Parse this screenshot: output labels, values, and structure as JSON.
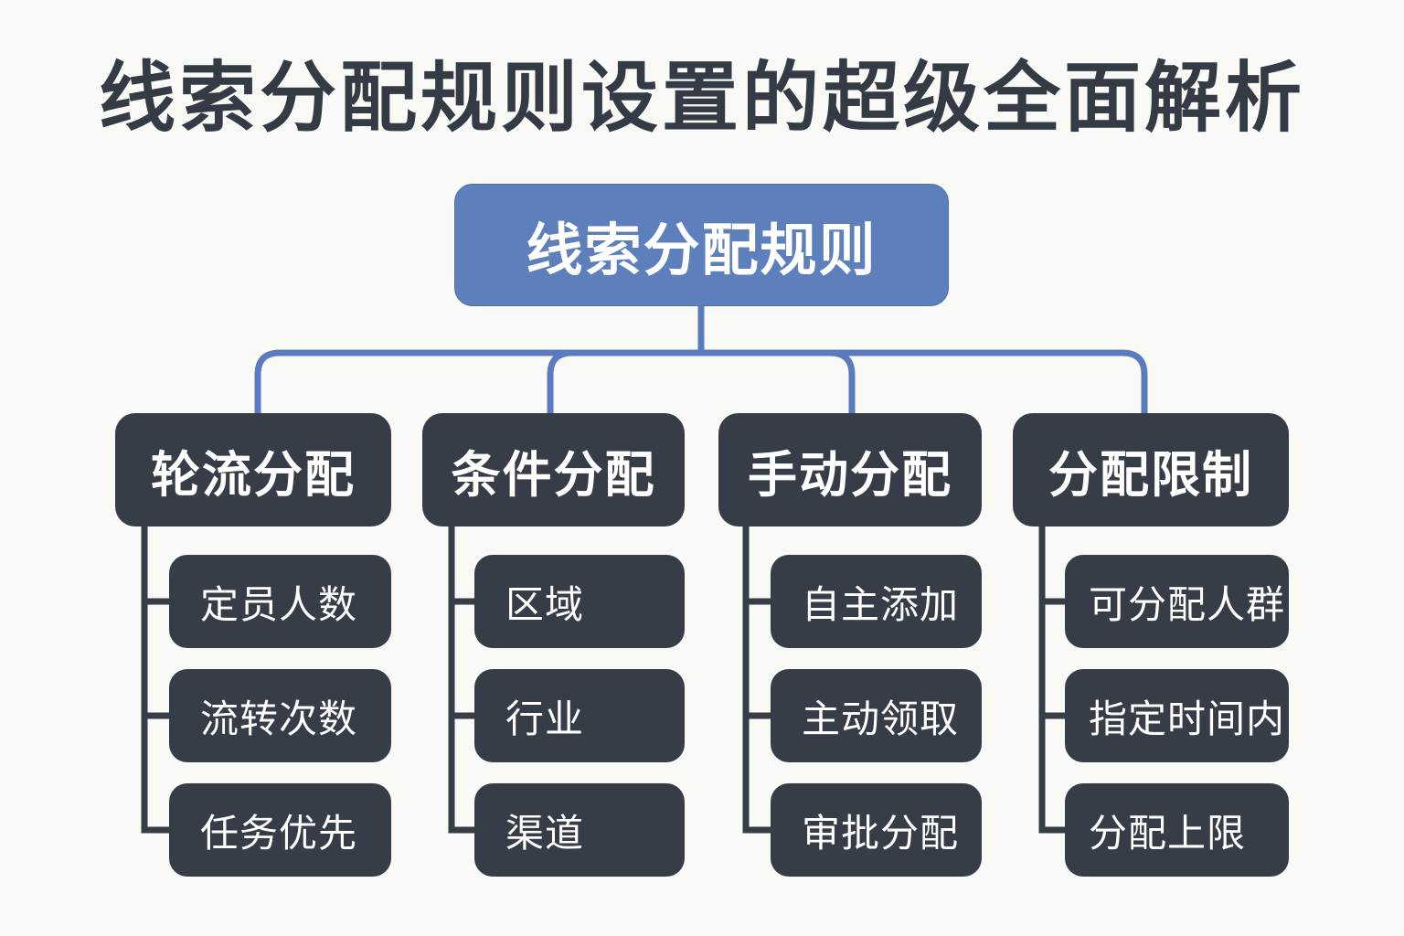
{
  "title": "线索分配规则设置的超级全面解析",
  "root": {
    "label": "线索分配规则"
  },
  "colors": {
    "root_fill": "#5d80bd",
    "node_fill": "#363d47",
    "connector_blue": "#5a7cbf",
    "connector_dark": "#363d47",
    "background": "#f9f9f6",
    "title_text": "#343b45"
  },
  "categories": [
    {
      "label": "轮流分配",
      "items": [
        "定员人数",
        "流转次数",
        "任务优先"
      ]
    },
    {
      "label": "条件分配",
      "items": [
        "区域",
        "行业",
        "渠道"
      ]
    },
    {
      "label": "手动分配",
      "items": [
        "自主添加",
        "主动领取",
        "审批分配"
      ]
    },
    {
      "label": "分配限制",
      "items": [
        "可分配人群",
        "指定时间内",
        "分配上限"
      ]
    }
  ]
}
